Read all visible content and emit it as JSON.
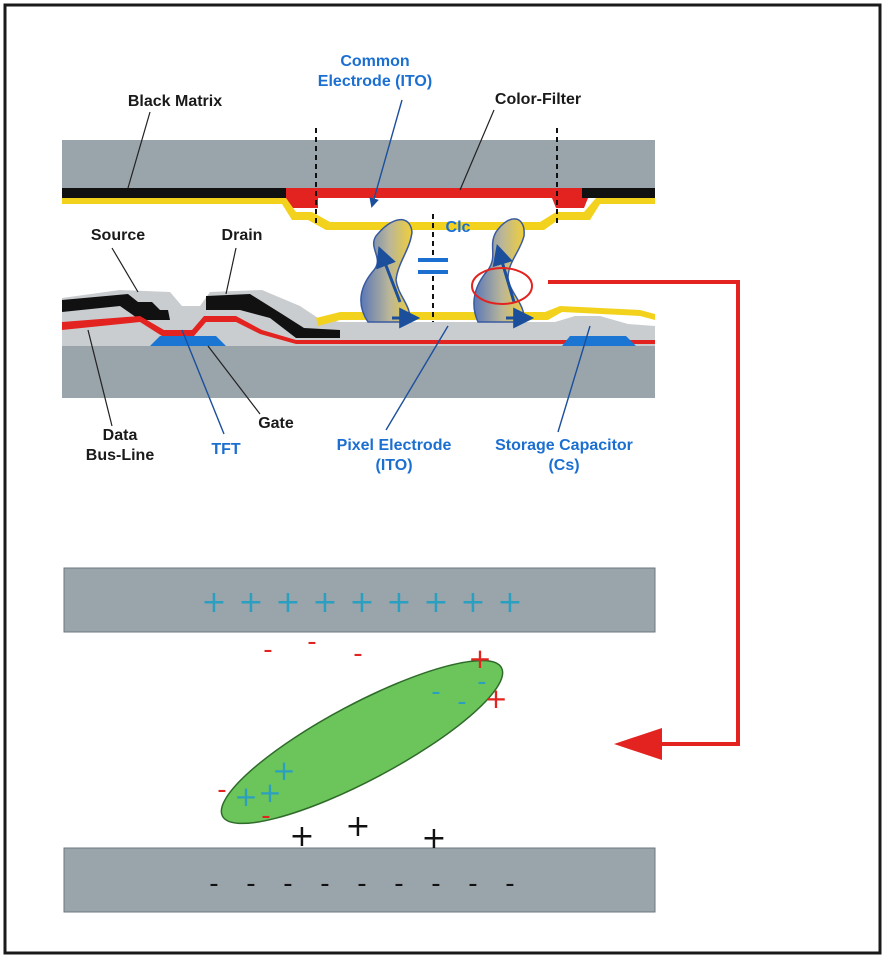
{
  "labels": {
    "common_electrode_1": "Common",
    "common_electrode_2": "Electrode (ITO)",
    "black_matrix": "Black Matrix",
    "color_filter": "Color-Filter",
    "source": "Source",
    "drain": "Drain",
    "clc": "Clc",
    "gate": "Gate",
    "data_bus_1": "Data",
    "data_bus_2": "Bus-Line",
    "tft": "TFT",
    "pixel_electrode_1": "Pixel Electrode",
    "pixel_electrode_2": "(ITO)",
    "storage_capacitor_1": "Storage Capacitor",
    "storage_capacitor_2": "(Cs)"
  },
  "plate_charges": {
    "top_plate": "+",
    "top_plate_count": 9,
    "bottom_plate": "-",
    "bottom_plate_count": 9
  },
  "molecule_charges": {
    "minus": "-",
    "plus": "+"
  },
  "colors": {
    "glass": "#9aa4ab",
    "black_matrix": "#111111",
    "color_filter_red": "#e3231f",
    "ito_yellow": "#f3d21e",
    "tft_blue": "#1a76d2",
    "label_blue": "#1b6fd1",
    "arrow_red": "#e3231f",
    "molecule_green": "#6cc55b",
    "plus_cyan": "#2a9fc0"
  }
}
